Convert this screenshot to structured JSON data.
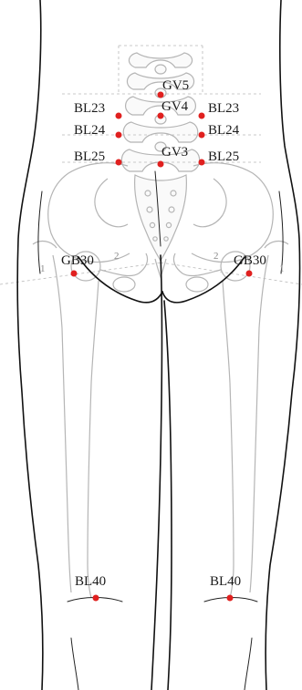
{
  "points": [
    {
      "id": "gv5",
      "label": "GV5"
    },
    {
      "id": "gv4",
      "label": "GV4"
    },
    {
      "id": "gv3",
      "label": "GV3"
    },
    {
      "id": "bl23-left",
      "label": "BL23"
    },
    {
      "id": "bl23-right",
      "label": "BL23"
    },
    {
      "id": "bl24-left",
      "label": "BL24"
    },
    {
      "id": "bl24-right",
      "label": "BL24"
    },
    {
      "id": "bl25-left",
      "label": "BL25"
    },
    {
      "id": "bl25-right",
      "label": "BL25"
    },
    {
      "id": "gb30-left",
      "label": "GB30"
    },
    {
      "id": "gb30-right",
      "label": "GB30"
    },
    {
      "id": "bl40-left",
      "label": "BL40"
    },
    {
      "id": "bl40-right",
      "label": "BL40"
    }
  ],
  "line_markers": {
    "left_1": "1",
    "left_2": "2",
    "right_2": "2",
    "right_1": "1"
  },
  "colors": {
    "acupoint": "#e0201f",
    "outline": "#111111",
    "bone": "#b5b5b5"
  }
}
